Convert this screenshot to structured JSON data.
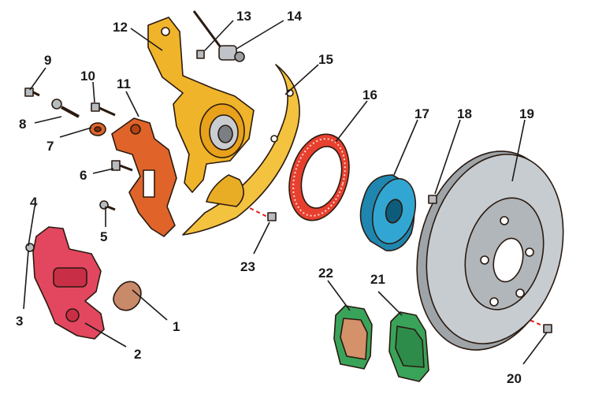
{
  "colors": {
    "caliper": "#e2475f",
    "bracket": "#e0642a",
    "knuckle": "#f0b42a",
    "shield": "#f3c23e",
    "abs_ring": "#e8402f",
    "hub": "#2a9cc6",
    "disc": "#bfc4c8",
    "pad_backing": "#3aa35a",
    "pad_lining": "#d4916a",
    "shim": "#c98a6a",
    "fastener": "#b7bcc0",
    "axis_line": "#e11b1b"
  },
  "parts": [
    {
      "number": "1",
      "icon": "anti-rattle-spring"
    },
    {
      "number": "2",
      "icon": "brake-caliper"
    },
    {
      "number": "3",
      "icon": "bleeder-valve"
    },
    {
      "number": "4",
      "icon": "bleeder-cap"
    },
    {
      "number": "5",
      "icon": "bolt"
    },
    {
      "number": "6",
      "icon": "bolt"
    },
    {
      "number": "7",
      "icon": "guide-bushing"
    },
    {
      "number": "8",
      "icon": "guide-pin"
    },
    {
      "number": "9",
      "icon": "bolt"
    },
    {
      "number": "10",
      "icon": "bolt"
    },
    {
      "number": "11",
      "icon": "caliper-bracket"
    },
    {
      "number": "12",
      "icon": "steering-knuckle"
    },
    {
      "number": "13",
      "icon": "bolt"
    },
    {
      "number": "14",
      "icon": "abs-sensor"
    },
    {
      "number": "15",
      "icon": "splash-shield"
    },
    {
      "number": "16",
      "icon": "abs-tone-ring"
    },
    {
      "number": "17",
      "icon": "wheel-hub"
    },
    {
      "number": "18",
      "icon": "bolt"
    },
    {
      "number": "19",
      "icon": "brake-disc"
    },
    {
      "number": "20",
      "icon": "disc-screw"
    },
    {
      "number": "21",
      "icon": "brake-pad"
    },
    {
      "number": "22",
      "icon": "brake-pad"
    },
    {
      "number": "23",
      "icon": "bolt"
    }
  ]
}
